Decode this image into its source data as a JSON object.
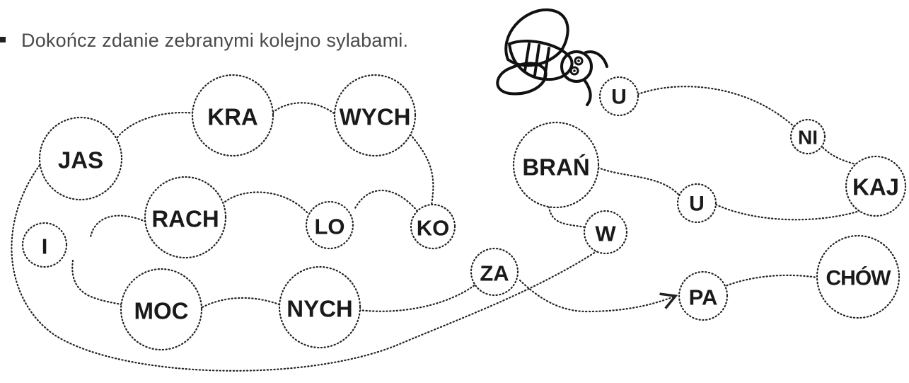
{
  "instruction": {
    "text": "Dokończ zdanie zebranymi kolejno sylabami."
  },
  "icons": {
    "start": "bee-icon",
    "arrow": "arrowhead-icon"
  },
  "syllables": {
    "u_start": "U",
    "ni": "NI",
    "kaj": "KAJ",
    "u_mid": "U",
    "bran": "BRAŃ",
    "w": "W",
    "i": "I",
    "jas": "JAS",
    "kra": "KRA",
    "wych": "WYCH",
    "ko": "KO",
    "lo": "LO",
    "rach": "RACH",
    "moc": "MOC",
    "nych": "NYCH",
    "za": "ZA",
    "pa": "PA",
    "chow": "CHÓW"
  }
}
